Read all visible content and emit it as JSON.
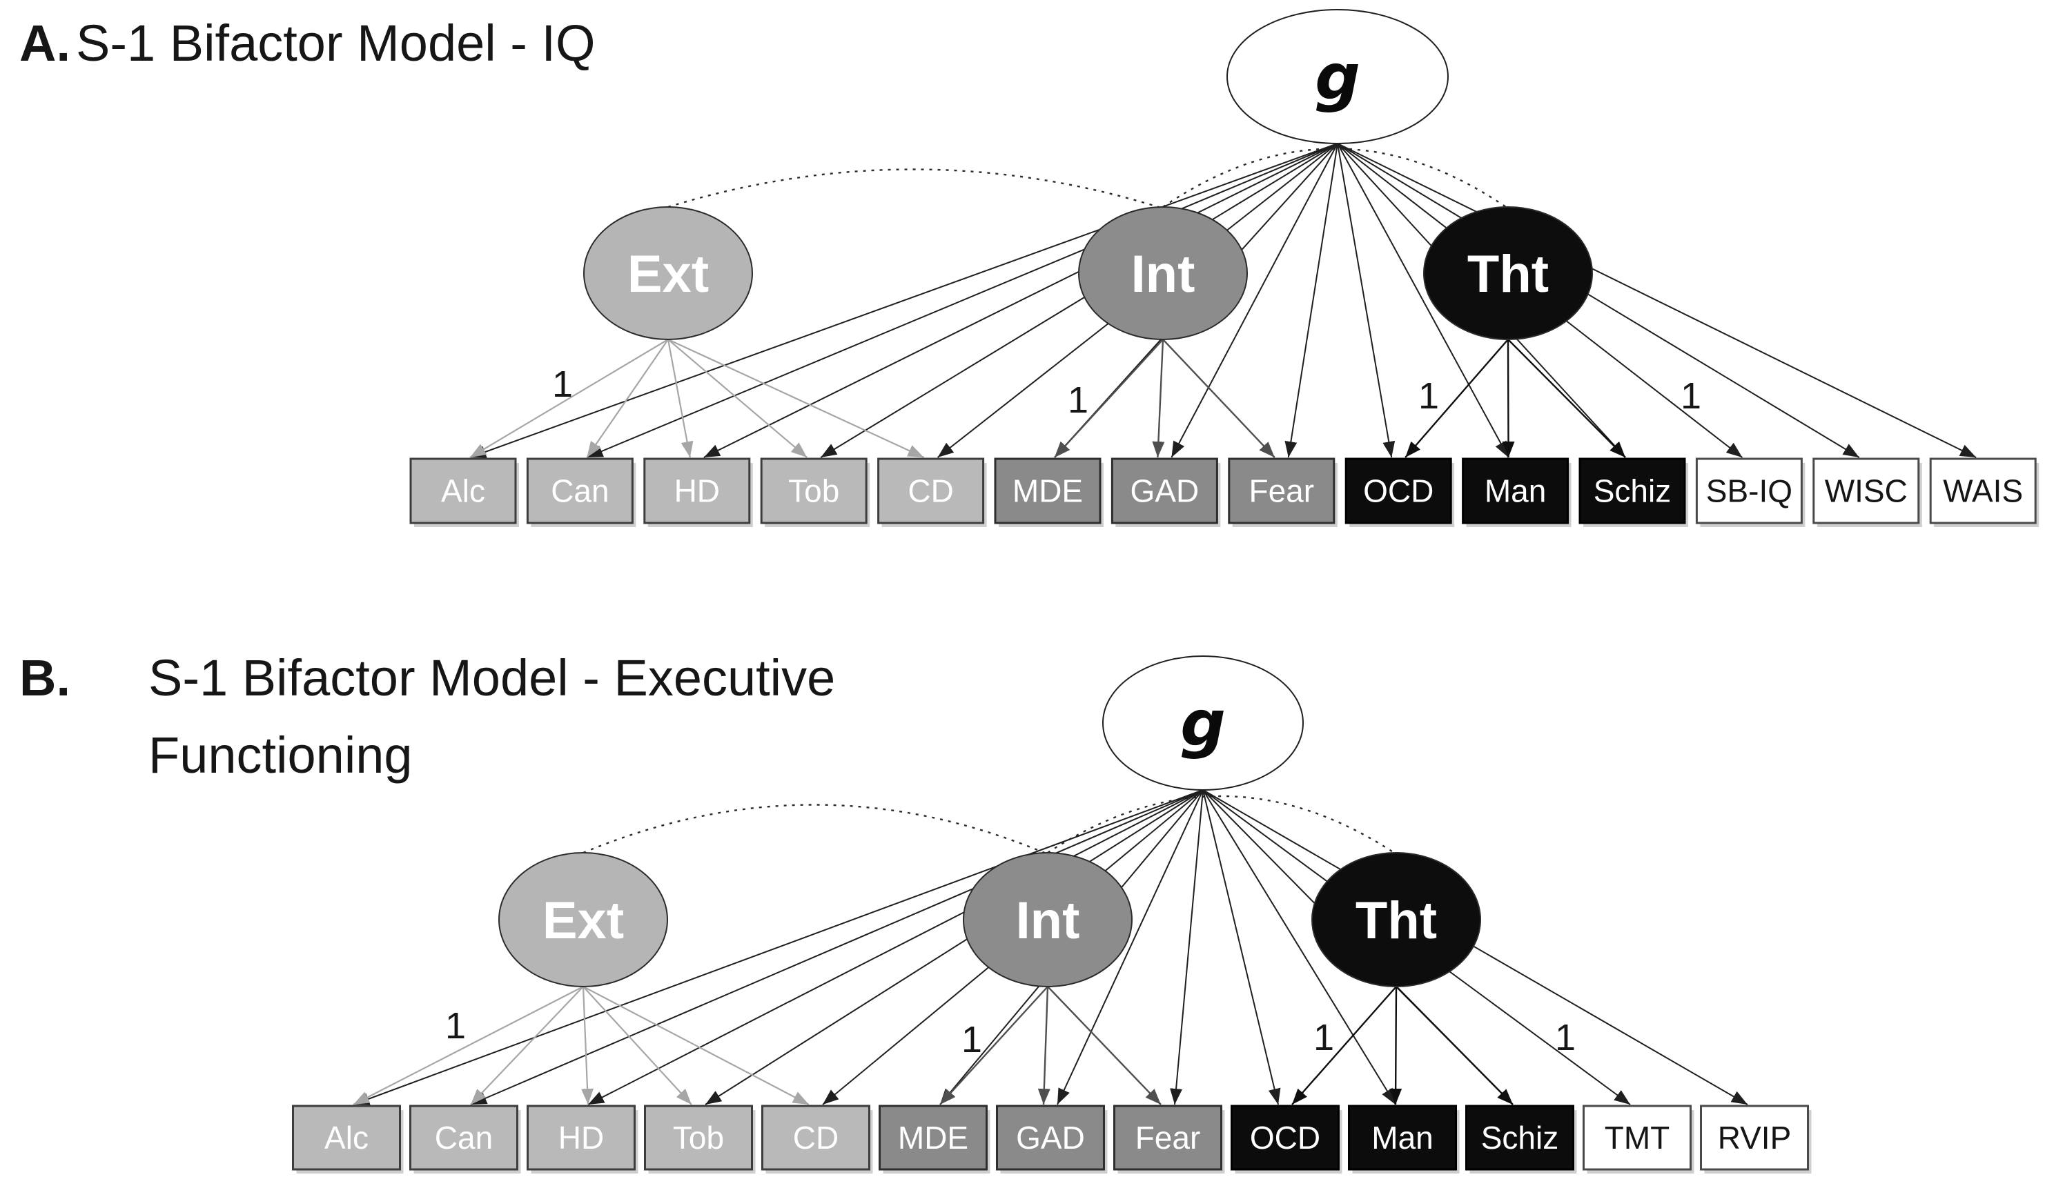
{
  "figure": {
    "background": "#ffffff",
    "arrow_colors": {
      "g": "#1f1f1f",
      "ext": "#a6a6a6",
      "int": "#4f4f4f",
      "tht": "#0f0f0f"
    },
    "panels": [
      {
        "id": "a",
        "tag": "A.",
        "title_lines": [
          "S-1 Bifactor Model - IQ"
        ],
        "general_factor": {
          "label": "g",
          "fill": "#ffffff",
          "text_color": "#0a0a0a"
        },
        "specific_factors": [
          {
            "id": "ext",
            "label": "Ext",
            "fill": "#b5b5b5",
            "text_color": "#ffffff",
            "indicators": [
              "Alc",
              "Can",
              "HD",
              "Tob",
              "CD"
            ],
            "fixed_loading_to": "Alc",
            "loading_label": "1"
          },
          {
            "id": "int",
            "label": "Int",
            "fill": "#8c8c8c",
            "text_color": "#ffffff",
            "indicators": [
              "MDE",
              "GAD",
              "Fear"
            ],
            "fixed_loading_to": "MDE",
            "loading_label": "1"
          },
          {
            "id": "tht",
            "label": "Tht",
            "fill": "#0d0d0d",
            "text_color": "#ffffff",
            "indicators": [
              "OCD",
              "Man",
              "Schiz"
            ],
            "fixed_loading_to": "OCD",
            "loading_label": "1"
          }
        ],
        "g_fixed_loading_to": "SB-IQ",
        "g_loading_label": "1",
        "correlations": [
          [
            "Ext",
            "Int"
          ],
          [
            "Int",
            "Tht"
          ]
        ],
        "indicators": [
          {
            "label": "Alc",
            "fill": "#b9b9b9",
            "text_color": "#ffffff",
            "border": "#3d3d3d"
          },
          {
            "label": "Can",
            "fill": "#b9b9b9",
            "text_color": "#ffffff",
            "border": "#3d3d3d"
          },
          {
            "label": "HD",
            "fill": "#b9b9b9",
            "text_color": "#ffffff",
            "border": "#3d3d3d"
          },
          {
            "label": "Tob",
            "fill": "#b9b9b9",
            "text_color": "#ffffff",
            "border": "#3d3d3d"
          },
          {
            "label": "CD",
            "fill": "#b9b9b9",
            "text_color": "#ffffff",
            "border": "#3d3d3d"
          },
          {
            "label": "MDE",
            "fill": "#8a8a8a",
            "text_color": "#ffffff",
            "border": "#2e2e2e"
          },
          {
            "label": "GAD",
            "fill": "#8a8a8a",
            "text_color": "#ffffff",
            "border": "#2e2e2e"
          },
          {
            "label": "Fear",
            "fill": "#8a8a8a",
            "text_color": "#ffffff",
            "border": "#2e2e2e"
          },
          {
            "label": "OCD",
            "fill": "#0c0c0c",
            "text_color": "#ffffff",
            "border": "#000000"
          },
          {
            "label": "Man",
            "fill": "#0c0c0c",
            "text_color": "#ffffff",
            "border": "#000000"
          },
          {
            "label": "Schiz",
            "fill": "#0c0c0c",
            "text_color": "#ffffff",
            "border": "#000000"
          },
          {
            "label": "SB-IQ",
            "fill": "#ffffff",
            "text_color": "#151515",
            "border": "#4a4a4a"
          },
          {
            "label": "WISC",
            "fill": "#ffffff",
            "text_color": "#151515",
            "border": "#4a4a4a"
          },
          {
            "label": "WAIS",
            "fill": "#ffffff",
            "text_color": "#151515",
            "border": "#4a4a4a"
          }
        ]
      },
      {
        "id": "b",
        "tag": "B.",
        "title_lines": [
          "S-1 Bifactor Model - Executive",
          "Functioning"
        ],
        "general_factor": {
          "label": "g",
          "fill": "#ffffff",
          "text_color": "#0a0a0a"
        },
        "specific_factors": [
          {
            "id": "ext",
            "label": "Ext",
            "fill": "#b5b5b5",
            "text_color": "#ffffff",
            "indicators": [
              "Alc",
              "Can",
              "HD",
              "Tob",
              "CD"
            ],
            "fixed_loading_to": "Alc",
            "loading_label": "1"
          },
          {
            "id": "int",
            "label": "Int",
            "fill": "#8c8c8c",
            "text_color": "#ffffff",
            "indicators": [
              "MDE",
              "GAD",
              "Fear"
            ],
            "fixed_loading_to": "MDE",
            "loading_label": "1"
          },
          {
            "id": "tht",
            "label": "Tht",
            "fill": "#0d0d0d",
            "text_color": "#ffffff",
            "indicators": [
              "OCD",
              "Man",
              "Schiz"
            ],
            "fixed_loading_to": "OCD",
            "loading_label": "1"
          }
        ],
        "g_fixed_loading_to": "TMT",
        "g_loading_label": "1",
        "correlations": [
          [
            "Ext",
            "Int"
          ],
          [
            "Int",
            "Tht"
          ]
        ],
        "indicators": [
          {
            "label": "Alc",
            "fill": "#b9b9b9",
            "text_color": "#ffffff",
            "border": "#3d3d3d"
          },
          {
            "label": "Can",
            "fill": "#b9b9b9",
            "text_color": "#ffffff",
            "border": "#3d3d3d"
          },
          {
            "label": "HD",
            "fill": "#b9b9b9",
            "text_color": "#ffffff",
            "border": "#3d3d3d"
          },
          {
            "label": "Tob",
            "fill": "#b9b9b9",
            "text_color": "#ffffff",
            "border": "#3d3d3d"
          },
          {
            "label": "CD",
            "fill": "#b9b9b9",
            "text_color": "#ffffff",
            "border": "#3d3d3d"
          },
          {
            "label": "MDE",
            "fill": "#8a8a8a",
            "text_color": "#ffffff",
            "border": "#2e2e2e"
          },
          {
            "label": "GAD",
            "fill": "#8a8a8a",
            "text_color": "#ffffff",
            "border": "#2e2e2e"
          },
          {
            "label": "Fear",
            "fill": "#8a8a8a",
            "text_color": "#ffffff",
            "border": "#2e2e2e"
          },
          {
            "label": "OCD",
            "fill": "#0c0c0c",
            "text_color": "#ffffff",
            "border": "#000000"
          },
          {
            "label": "Man",
            "fill": "#0c0c0c",
            "text_color": "#ffffff",
            "border": "#000000"
          },
          {
            "label": "Schiz",
            "fill": "#0c0c0c",
            "text_color": "#ffffff",
            "border": "#000000"
          },
          {
            "label": "TMT",
            "fill": "#ffffff",
            "text_color": "#151515",
            "border": "#4a4a4a"
          },
          {
            "label": "RVIP",
            "fill": "#ffffff",
            "text_color": "#151515",
            "border": "#4a4a4a"
          }
        ]
      }
    ]
  }
}
